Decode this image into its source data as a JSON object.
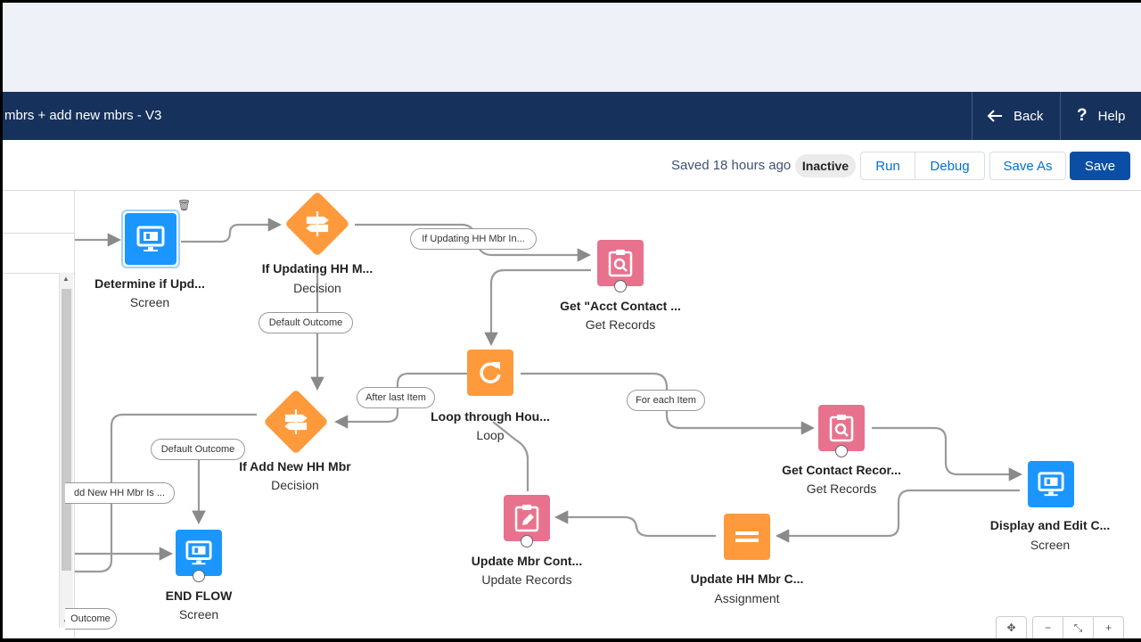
{
  "header": {
    "title": "mbrs + add new mbrs - V3",
    "back_label": "Back",
    "help_label": "Help"
  },
  "toolbar": {
    "saved_text": "Saved 18 hours ago",
    "status_badge": "Inactive",
    "run_label": "Run",
    "debug_label": "Debug",
    "save_as_label": "Save As",
    "save_label": "Save"
  },
  "colors": {
    "header_bg": "#16325c",
    "screen_blue": "#1b96ff",
    "decision_orange": "#ff9a3c",
    "records_pink": "#e8728e",
    "primary_button": "#0b4fa4"
  },
  "nodes": {
    "determine": {
      "label": "Determine if Upd...",
      "type": "Screen",
      "icon": "screen-icon"
    },
    "if_updating": {
      "label": "If Updating HH M...",
      "type": "Decision",
      "icon": "decision-icon"
    },
    "get_acct": {
      "label": "Get \"Acct Contact ...",
      "type": "Get Records",
      "icon": "get-records-icon"
    },
    "loop": {
      "label": "Loop through Hou...",
      "type": "Loop",
      "icon": "loop-icon"
    },
    "if_add": {
      "label": "If Add New HH Mbr",
      "type": "Decision",
      "icon": "decision-icon"
    },
    "get_contact": {
      "label": "Get Contact Recor...",
      "type": "Get Records",
      "icon": "get-records-icon"
    },
    "display_edit": {
      "label": "Display and Edit C...",
      "type": "Screen",
      "icon": "screen-icon"
    },
    "end_flow": {
      "label": "END FLOW",
      "type": "Screen",
      "icon": "screen-icon"
    },
    "update_mbr": {
      "label": "Update Mbr Cont...",
      "type": "Update Records",
      "icon": "update-records-icon"
    },
    "update_hh": {
      "label": "Update HH Mbr C...",
      "type": "Assignment",
      "icon": "assignment-icon"
    }
  },
  "connectors": {
    "if_updating_hh": "If Updating HH Mbr In...",
    "default_outcome_1": "Default Outcome",
    "after_last_item": "After last Item",
    "for_each_item": "For each Item",
    "default_outcome_2": "Default Outcome",
    "add_new_hh": "dd New HH Mbr Is ...",
    "outcome": "Outcome"
  }
}
